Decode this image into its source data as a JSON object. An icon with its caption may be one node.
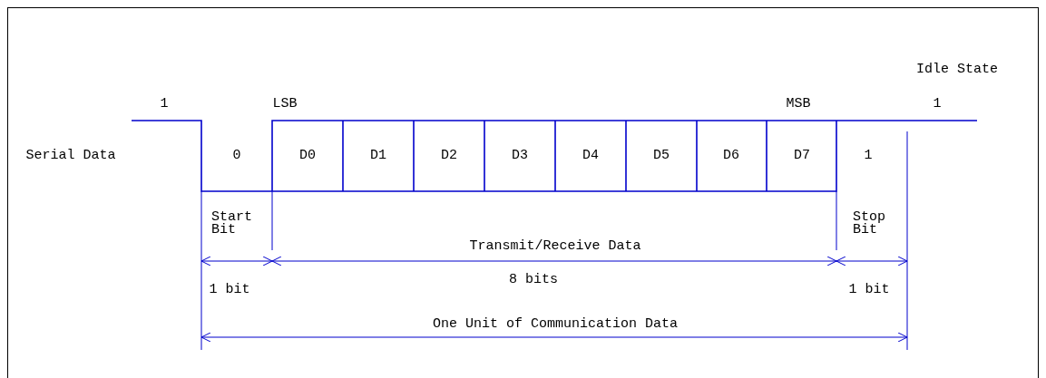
{
  "diagram": {
    "labels": [
      "Idle State",
      "1",
      "LSB",
      "MSB",
      "1",
      "Serial Data",
      "0",
      "D0",
      "D1",
      "D2",
      "D3",
      "D4",
      "D5",
      "D6",
      "D7",
      "1",
      "Start Bit",
      "Stop Bit",
      "Transmit/Receive Data",
      "1 bit",
      "8 bits",
      "1 bit",
      "One Unit of Communication Data"
    ]
  }
}
